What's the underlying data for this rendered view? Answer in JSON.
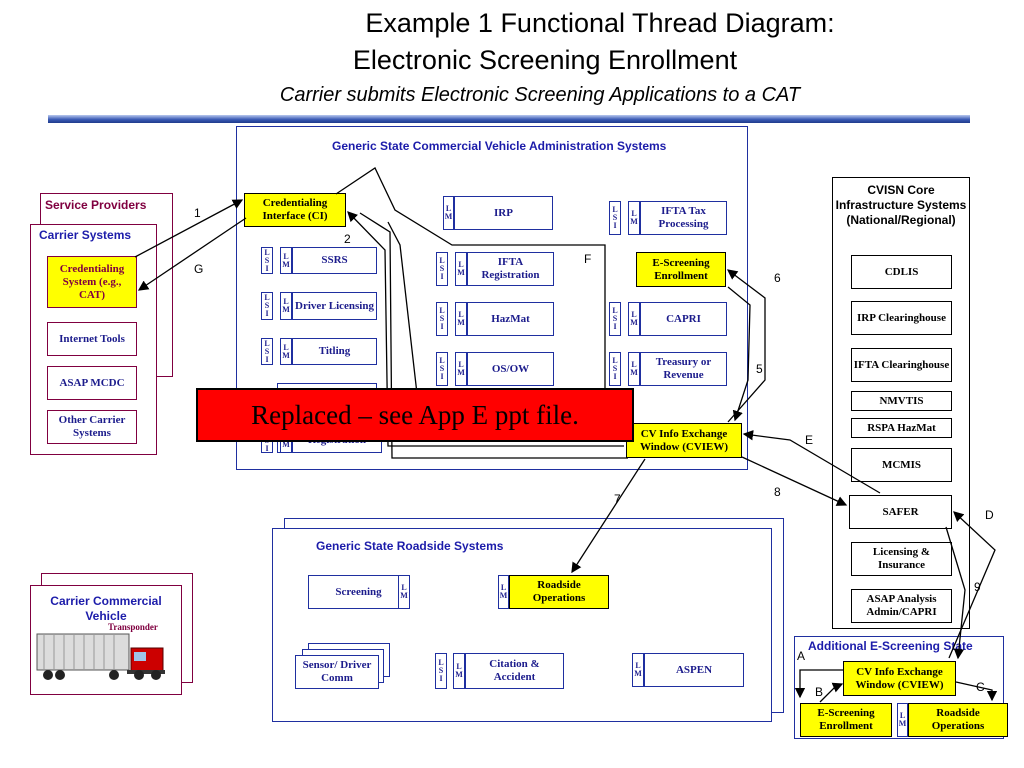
{
  "title": {
    "line1": "Example 1 Functional Thread Diagram:",
    "line2": "Electronic Screening Enrollment",
    "subtitle": "Carrier submits Electronic Screening Applications to a CAT"
  },
  "cvas": {
    "title": "Generic State Commercial Vehicle Administration Systems",
    "credentialing_interface": "Credentialing Interface (CI)",
    "ssrs": "SSRS",
    "driver_licensing": "Driver Licensing",
    "titling": "Titling",
    "registration": "Registration",
    "irp": "IRP",
    "ifta_registration": "IFTA Registration",
    "hazmat": "HazMat",
    "osow": "OS/OW",
    "ifta_tax": "IFTA Tax Processing",
    "escreening_enrollment": "E-Screening Enrollment",
    "capri": "CAPRI",
    "treasury": "Treasury or Revenue",
    "cview": "CV Info Exchange Window (CVIEW)"
  },
  "tags": {
    "l": "L",
    "s": "S",
    "i": "I",
    "m": "M"
  },
  "service_providers": {
    "title": "Service Providers",
    "carrier_systems": "Carrier Systems",
    "credentialing_system": "Credentialing System (e.g., CAT)",
    "internet_tools": "Internet Tools",
    "asap_mcdc": "ASAP MCDC",
    "other_carrier_systems": "Other Carrier Systems"
  },
  "cvisn": {
    "title": "CVISN Core Infrastructure Systems (National/Regional)",
    "cdlis": "CDLIS",
    "irp_clearinghouse": "IRP Clearinghouse",
    "ifta_clearinghouse": "IFTA Clearinghouse",
    "nmvtis": "NMVTIS",
    "rspa_hazmat": "RSPA HazMat",
    "mcmis": "MCMIS",
    "safer": "SAFER",
    "licensing_insurance": "Licensing & Insurance",
    "asap_analysis": "ASAP Analysis Admin/CAPRI"
  },
  "roadside": {
    "title": "Generic State Roadside Systems",
    "screening": "Screening",
    "roadside_operations": "Roadside Operations",
    "sensor_driver_comm": "Sensor/ Driver Comm",
    "citation_accident": "Citation & Accident",
    "aspen": "ASPEN"
  },
  "vehicle": {
    "title": "Carrier Commercial Vehicle",
    "transponder": "Transponder"
  },
  "additional_state": {
    "title": "Additional E-Screening State",
    "cview": "CV Info Exchange Window (CVIEW)",
    "escreening_enrollment": "E-Screening Enrollment",
    "roadside_operations": "Roadside Operations"
  },
  "banner": "Replaced – see App E ppt file.",
  "flow_labels": {
    "one": "1",
    "two": "2",
    "g": "G",
    "f": "F",
    "six": "6",
    "five": "5",
    "e": "E",
    "eight": "8",
    "seven": "7",
    "d": "D",
    "nine": "9",
    "a": "A",
    "b": "B",
    "c": "C"
  }
}
